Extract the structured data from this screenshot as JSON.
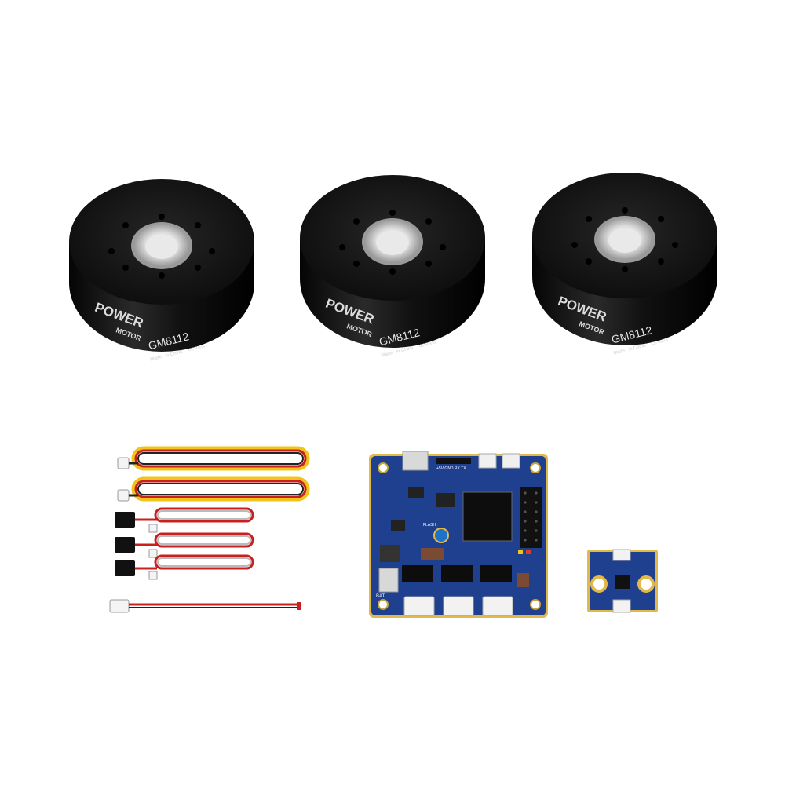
{
  "motors": [
    {
      "brand_top": "POWER",
      "brand_bottom": "MOTOR",
      "model": "GM8112",
      "made": "Made",
      "origin": "in China",
      "marks": "CE RoHS"
    },
    {
      "brand_top": "POWER",
      "brand_bottom": "MOTOR",
      "model": "GM8112",
      "made": "Made",
      "origin": "in China",
      "marks": "CE RoHS"
    },
    {
      "brand_top": "POWER",
      "brand_bottom": "MOTOR",
      "model": "GM8112",
      "made": "Made",
      "origin": "in China",
      "marks": "CE RoHS"
    }
  ],
  "board": {
    "header_label": "+5V GND RX TX",
    "bat_label": "BAT",
    "flash_label": "FLASH"
  },
  "colors": {
    "motor_body": "#141414",
    "pcb_blue": "#1f3f8f",
    "pcb_gold": "#e2b84a",
    "cable_red": "#c8201e",
    "cable_yellow": "#f0c419"
  }
}
